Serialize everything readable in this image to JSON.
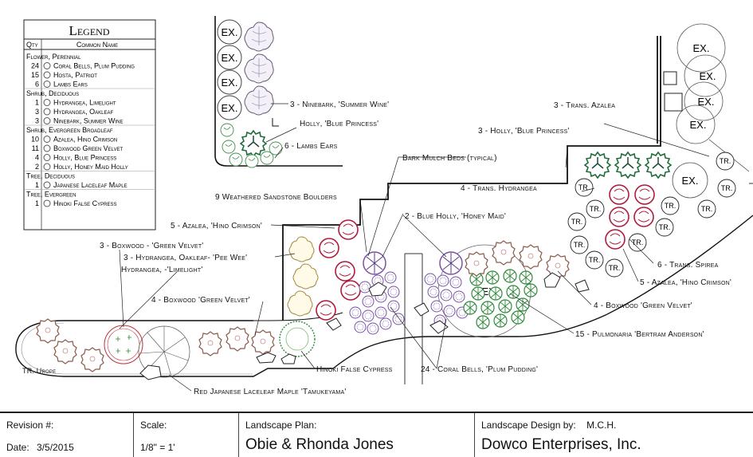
{
  "legend": {
    "title": "Legend",
    "col_qty": "Qty",
    "col_name": "Common Name",
    "groups": [
      {
        "category": "Flower, Perennial",
        "rows": [
          {
            "qty": "24",
            "name": "Coral Bells, Plum Pudding"
          },
          {
            "qty": "15",
            "name": "Hosta, Patriot"
          },
          {
            "qty": "6",
            "name": "Lambs Ears"
          }
        ]
      },
      {
        "category": "Shrub, Deciduous",
        "rows": [
          {
            "qty": "1",
            "name": "Hydrangea, Limelight"
          },
          {
            "qty": "3",
            "name": "Hydrangea, Oakleaf"
          },
          {
            "qty": "3",
            "name": "Ninebark, Summer Wine"
          }
        ]
      },
      {
        "category": "Shrub, Evergreen Broadleaf",
        "rows": [
          {
            "qty": "10",
            "name": "Azalea, Hino Crimson"
          },
          {
            "qty": "11",
            "name": "Boxwood  Green Velvet"
          },
          {
            "qty": "4",
            "name": "Holly, Blue Princess"
          },
          {
            "qty": "2",
            "name": "Holly, Honey Maid Holly"
          }
        ]
      },
      {
        "category": "Tree, Deciduous",
        "rows": [
          {
            "qty": "1",
            "name": "Japanese Laceleaf Maple"
          }
        ]
      },
      {
        "category": "Tree, Evergreen",
        "rows": [
          {
            "qty": "1",
            "name": "Hinoki False Cypress"
          }
        ]
      }
    ]
  },
  "labels": {
    "ninebark": "3 - Ninebark, 'Summer Wine'",
    "holly_blue_princess_top": "Holly, 'Blue Princess'",
    "lambs_ears": "6 - Lambs Ears",
    "trans_azalea": "3 - Trans. Azalea",
    "holly_blue_princess_3": "3 - Holly, 'Blue Princess'",
    "bark_mulch": "Bark Mulch Beds (typical)",
    "boulders": "9 Weathered Sandstone Boulders",
    "trans_hydrangea": "4 - Trans. Hydrangea",
    "azalea_5_left": "5 - Azalea, 'Hino Crimson'",
    "blue_holly": "2 - Blue Holly, 'Honey Maid'",
    "boxwood_3": "3 - Boxwood - 'Green Velvet'",
    "hydrangea_oakleaf": "3 - Hydrangea, Oakleaf- 'Pee Wee'",
    "hydrangea_limelight": "Hydrangea, -'Limelight'",
    "trans_spirea": "6 - Trans. Spirea",
    "azalea_5_right": "5 - Azalea, 'Hino Crimson'",
    "boxwood_4_left": "4 - Boxwood 'Green Velvet'",
    "boxwood_4_right": "4 - Boxwood 'Green Velvet'",
    "pulmonaria": "15 - Pulmonaria 'Bertram Anderson'",
    "hinoki": "Hinoki False Cypress",
    "coral_bells": "24 - Coral Bells, 'Plum Pudding'",
    "maple": "Red Japanese Laceleaf Maple 'Tamukeyama'",
    "tr_europe": "TR. Urope"
  },
  "marks": {
    "existing": "EX.",
    "transplant": "TR."
  },
  "title_block": {
    "revision_label": "Revision #:",
    "date_label": "Date:",
    "date_value": "3/5/2015",
    "scale_label": "Scale:",
    "scale_value": "1/8\" = 1'",
    "plan_label": "Landscape Plan:",
    "plan_value": "Obie & Rhonda Jones",
    "designer_label": "Landscape Design by:",
    "designer_initials": "M.C.H.",
    "company": "Dowco Enterprises, Inc."
  },
  "colors": {
    "azalea": "#b01b3c",
    "boxwood": "#8a5a4a",
    "holly": "#1f6b3a",
    "coral_bells": "#7a4fa6",
    "hosta": "#2e8a3a",
    "lambs_ears": "#3f8f4f",
    "hydrangea_oakleaf": "#c9b26a",
    "maple": "#c0333a",
    "ninebark": "#7a6a8a"
  }
}
